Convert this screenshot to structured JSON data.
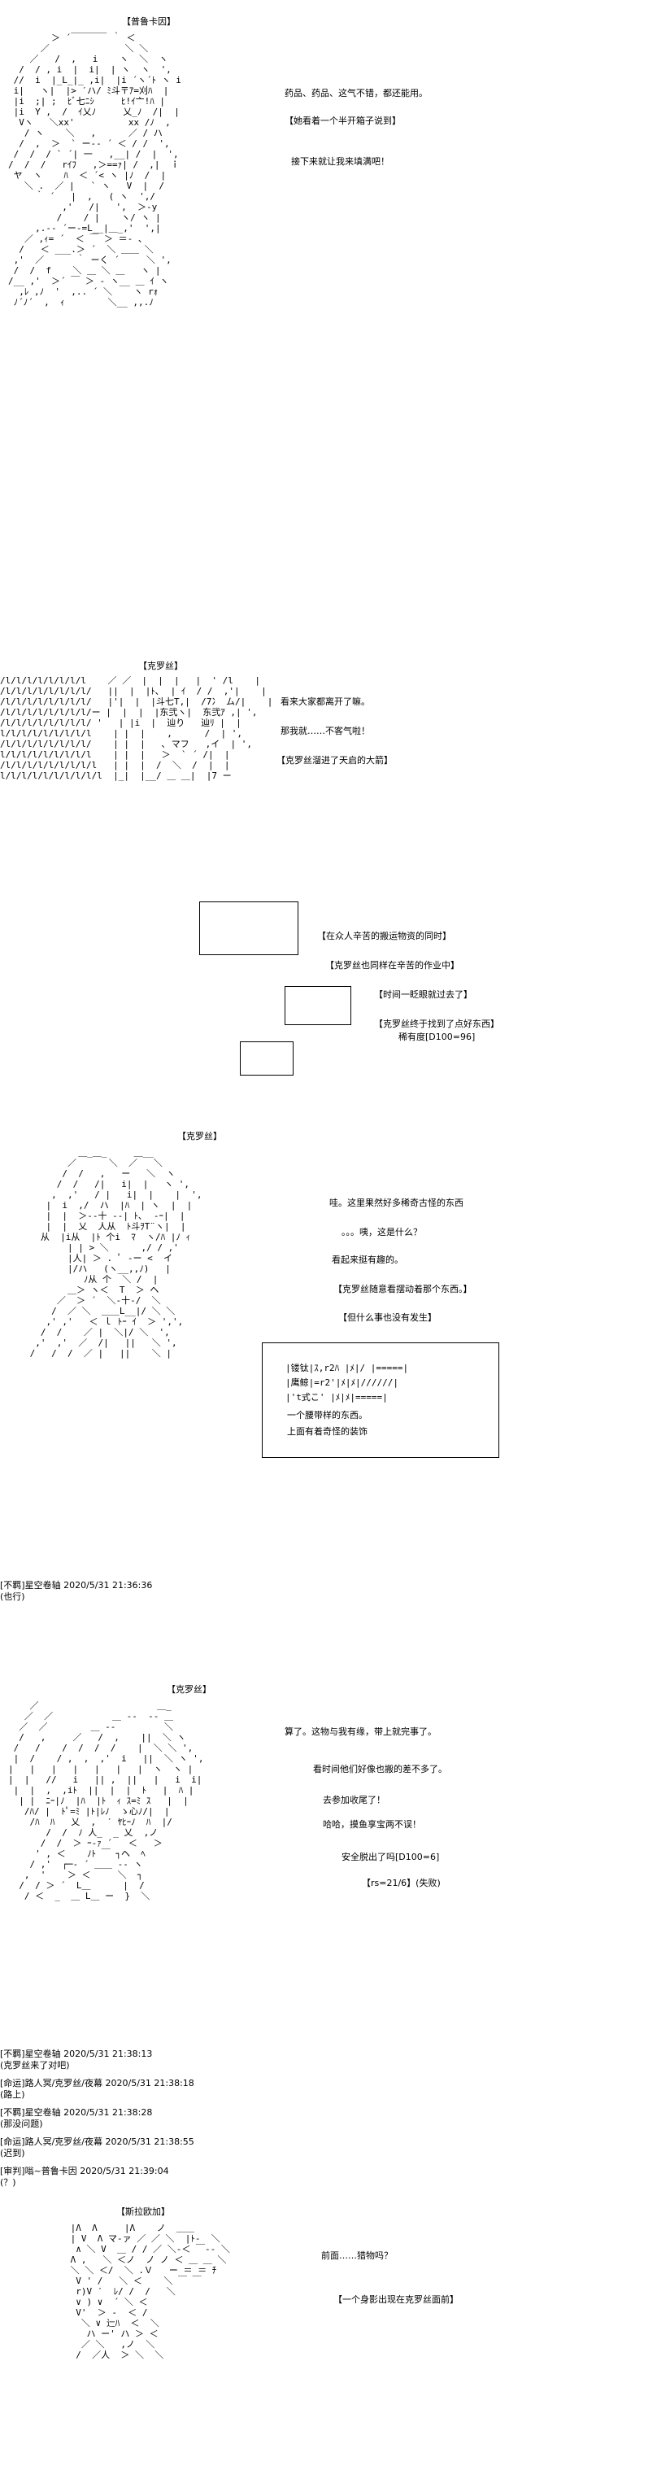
{
  "scene1": {
    "name_tag": "【普鲁卡因】",
    "dialogue": [
      "药品、药品、这气不错，都还能用。",
      "【她看着一个半开箱子说到】",
      "接下来就让我来填满吧！"
    ],
    "ascii_art": [
      "        ＞ ´￣￣￣￣ ｀ ＜",
      "      ／              ＼ ＼",
      "    ／   /  ,   i    ヽ  ＼  ヽ",
      "  /  / , i  |  i|  | ヽ  ヽ  ',",
      " //  i  |_L_|_ ,i|  |i ´ヽ´ﾄ ヽ i",
      " i|   ヽ|  |> ′ハ/ ﾐ斗〒ｱ=刈ﾊ  |",
      " |i  ;| ;  ﾋﾞ七ﾆｼ     ﾋ!ｲ亠!ﾊ |",
      " |i  Y ,  /  ｲ乂ﾉ     乂_ﾉ  /|  |",
      "  Vヽ   ＼xx'          xx /ﾉ  ,",
      "   / ヽ    ＼   ,      ／ / ハ",
      "  /  ,  ＞  ` ー-‐ ´ ＜ / /  ',",
      " /  /  / ` ´| 一   ,__| /  |  ',",
      "/  /  /   rｲﾌ   ,＞==ｧ| /  ,|  ｉ",
      " ヤ  ヽ    ﾊ  ＜ ´< ヽ |ﾉ  /  |",
      "   ＼ .  ／ |   ` ヽ   V  |  /",
      "     ｀ ´   |  ,   ( ヽ  ',/ ",
      "          ,'   /|   ',  ＞‐y",
      "         /    / |    ヽ/ ヽ |",
      "     ,.-‐ ´ー-=L__|＿_,'  ',|",
      "   ／ ,ｨ= ´  ＜ ￣ ＞ ＝‐ 、",
      "  /   ＜ ___.＞ ´  ＼ ＿＿ ＼",
      " ,'  ／      ｀ ーく ´     ＼ ',",
      " /  /  f    ＼ ＿ ＼ ＿   ヽ |",
      "/__ ,'  ＞´ ￣ ＞ - ヽ__ ＿ ｲ ヽ",
      "  ,ﾚ ,ﾉ  '  ,.. ´ ＼    ヽ rｫ",
      " ﾉ´ﾉ´  ,  ｨ        ＼__ ,,.ﾉ"
    ]
  },
  "scene2": {
    "name_tag": "【克罗丝】",
    "dialogue": [
      "看来大家都离开了嘛。",
      "那我就……不客气啦！",
      "【克罗丝溜进了天启的大箭】"
    ],
    "ascii_art": [
      "/l/l/l/l/l/l/l/l    ／ ／  |  |  |   |  ' /l    |",
      "/l/l/l/l/l/l/l/l/   ||  |  |ﾄ､  | ｲ  / /  ,'|    |",
      "/l/l/l/l/l/l/l/l/   |'|  |  |斗七T,|  /7冫 ム/|    |",
      "/l/l/l/l/l/l/l/l/ー |  |  |  |东弐ヽ|  东弐ｱ ,| ',",
      "/l/l/l/l/l/l/l/l/ '   | |i  |  辿り   辿ﾘ |  |",
      "l/l/l/l/l/l/l/l/l    | |  |    ,      /  | ',",
      "/l/l/l/l/l/l/l/l/    | |  |   ､ マフ   ,イ  | ',",
      "l/l/l/l/l/l/l/l/l    | |  |   ＞  ` ´ /|  |",
      "/l/l/l/l/l/l/l/l/l   | |  |  /  ＼  /  |  |",
      "l/l/l/l/l/l/l/l/l/l  |_|  |__/ ＿ ＿|  |7 ー"
    ]
  },
  "scene3": {
    "notes": [
      "【在众人辛苦的搬运物资的同时】",
      "【克罗丝也同样在辛苦的作业中】",
      "【时间一眨眼就过去了】",
      "【克罗丝终于找到了点好东西】",
      "稀有度[D100=96]"
    ]
  },
  "scene4": {
    "name_tag": "【克罗丝】",
    "dialogue": [
      "哇。这里果然好多稀奇古怪的东西",
      "。。。咦，这是什么？",
      "看起来挺有趣的。",
      "【克罗丝随意看摆动着那个东西。】",
      "【但什么事也没有发生】"
    ],
    "item_box": {
      "lines": [
        "|镂钛|ｽ,r2ﾊ |ﾒ|/ |=====|",
        "|鹰鲸|=r2'|ﾒ|ﾒ|//////|",
        "|'t式こ'   |ﾒ|ﾒ|=====|",
        "一个腰带样的东西。",
        "上面有着奇怪的装饰"
      ]
    },
    "ascii_art": [
      "          ＿_＿_     ＿__",
      "        ／      ＼  ／   ＼",
      "       /  /   ,   ー   ＼  ヽ",
      "      /  /   /|   i|  |   ヽ ',",
      "     ,  ,'   / |   i|  |    |  ',",
      "    |  i  ,/  ハ  |ﾊ  | ヽ  |  |",
      "    |  |  ＞-‐十 -‐| ﾄ､  ‐ｰ|  |",
      "    |  |  乂  人从  ﾄ斗ｦT¨ヽ|  |",
      "   从  |i从  |ﾄ 个i  ﾏ  ヽ/ﾊ |ﾉ ｨ",
      "        | | > ＼      ,/ / ,'",
      "        |人| ＞ . ﾟ -ー <  イ",
      "        |/ハ   (ヽ__,,ﾉ)   |",
      "           ﾉ从 个  ＼ /  |",
      "        ＿＞ ヽ＜  T  ＞ ヘ",
      "      ／  ＞ ´  ＼‐十‐/  ＼",
      "     /  ／ ＼  ＿＿L__|/ ＼ ＼",
      "    ,' ,'   ＜ ｌ ﾄｰ ｲ  ＞ ',',",
      "   /  /    ／ |  ＼|/ ＼  ',",
      "  ,'  ,'  ／  /|   ||   ＼ ',",
      " /   /  /  ／ |   ||    ＼ |"
    ]
  },
  "log1": [
    {
      "head": "[不羁]星空卷轴 2020/5/31 21:36:36",
      "body": "(也行)"
    }
  ],
  "scene5": {
    "name_tag": "【克罗丝】",
    "dialogue": [
      "算了。这物与我有缘，带上就完事了。",
      "看时间他们好像也搬的差不多了。",
      "去参加收尾了！",
      "哈哈，摸鱼享宝两不误！",
      "安全脱出了吗[D100=6]",
      "【rs=21/6】(失败)"
    ],
    "ascii_art": [
      "    ／                      ＿_",
      "   ／  ／           ＿ -‐  ‐- ＿",
      "  ／  ／        ＿ -‐         ＼",
      "  /   ,     ／   /  ,    ||  ＼ ヽ",
      " /   /    /  /  /  /    |  ＼ ＼ ',",
      " |  /    / ,  ,  ,'  i   ||  ＼ ヽ ',",
      "|   |   |   |   |   |   |  ヽ  ヽ |",
      "|  |   //   i   || ,  ||   |   i  i|",
      " |  |  ,  ,iﾄ  ||  |  |  ﾄ   |  ﾊ |",
      "  | |  ﾆｰ|ﾉ  |ﾊ  |ﾄ  ｨ ｽ=ﾐ ｽ   |  |",
      "   /ﾊ/ |  ﾄﾟ=ﾐ |ﾄ|ﾚﾉ  ゝ心ﾉ/|  |",
      "    /ﾊ  ﾊ   乂  ,  ′ ﾔﾋｰﾉ  ﾊ  |/",
      "       /  /  ﾉ 人_  _ 乂  ,ノ",
      "      /  /  ＞ ｰ-ｧ ´   ＜   ＞",
      "     ' , ＜    ﾉﾄ ￣ ┐ヘ  ﾍ",
      "    / ,'  ┌─‐ ´ ＿＿ -‐ ヽ",
      "   ,  '    ＞ ＜     ＼  ┐",
      "  /  / ＞ ´  L＿      |  /",
      "   / ＜  _  ＿ L＿ ー  }  ＼"
    ]
  },
  "log2": [
    {
      "head": "[不羁]星空卷轴 2020/5/31 21:38:13",
      "body": "(克罗丝来了对吧)"
    },
    {
      "head": "[命运]路人冥/克罗丝/夜幕 2020/5/31 21:38:18",
      "body": "(路上)"
    },
    {
      "head": "[不羁]星空卷轴 2020/5/31 21:38:28",
      "body": "(那没问题)"
    },
    {
      "head": "[命运]路人冥/克罗丝/夜幕 2020/5/31 21:38:55",
      "body": "(迟到)"
    },
    {
      "head": "[审判]嗡~普鲁卡因 2020/5/31 21:39:04",
      "body": "(？)"
    }
  ],
  "scene6": {
    "name_tag": "【斯拉欧加】",
    "dialogue": [
      "前面……猎物吗？",
      "【一个身影出现在克罗丝面前】"
    ],
    "ascii_art": [
      " |Λ  Λ     |Λ    ノ  ＿＿",
      " | V  Λ マ‐ァ ／ ／ ＼  |ﾄ-  ＼",
      "  ∧ ＼ V  ＿ / / ／ ＼-＜ ￣‐‐ ＼",
      " Λ ,   ＼ ＜ノ  ノ ノ ＜ ＿ ＿ ＼",
      " ＼ ＼ ＜/  ＼ .Ｖ   ー ＝ ＝ ﾁ",
      "  V ' /   ＼ ＜    ＼ ￣ ￣",
      "  r)V ′  ﾚ/ /  /   ＼",
      "  ∨ ) ∨  ´ ＼ ＜",
      "  V'  ＞ -  ＜ /",
      "   ＼ ∨ 辷ﾊ  ＜  ＼",
      "    ハ ー' ハ ＞ ＜",
      "   ／ ＼   ,ノ  ＼",
      "  /  ／人  ＞ ＼  ＼"
    ]
  }
}
